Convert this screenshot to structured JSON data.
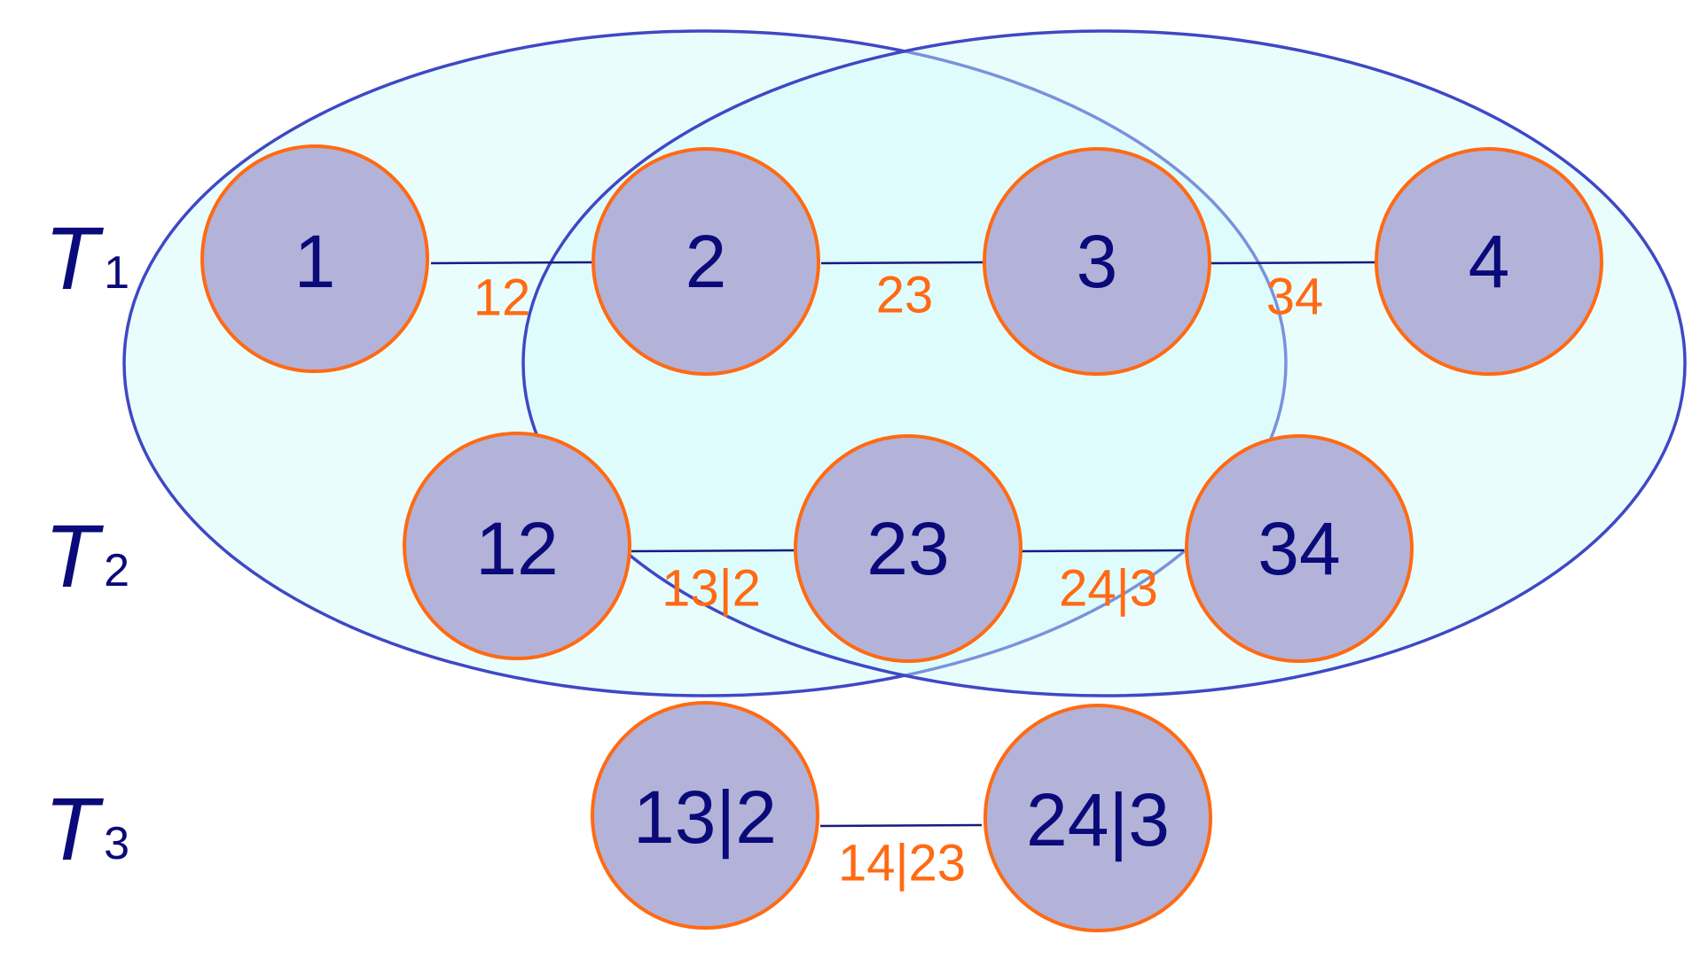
{
  "colors": {
    "node_fill": "#b3b3d9",
    "node_stroke": "#ff6a13",
    "node_text": "#0a0a7a",
    "edge_line": "#1a1a80",
    "edge_text": "#ff6a13",
    "ellipse_fill": "#ccfafa",
    "ellipse_stroke": "#3f48c4",
    "tree_text": "#0a0a7a"
  },
  "trees": [
    {
      "letter": "T",
      "sub": "1",
      "nodes": [
        "1",
        "2",
        "3",
        "4"
      ],
      "edges": [
        "12",
        "23",
        "34"
      ]
    },
    {
      "letter": "T",
      "sub": "2",
      "nodes": [
        "12",
        "23",
        "34"
      ],
      "edges": [
        "13|2",
        "24|3"
      ]
    },
    {
      "letter": "T",
      "sub": "3",
      "nodes": [
        "13|2",
        "24|3"
      ],
      "edges": [
        "14|23"
      ]
    }
  ]
}
